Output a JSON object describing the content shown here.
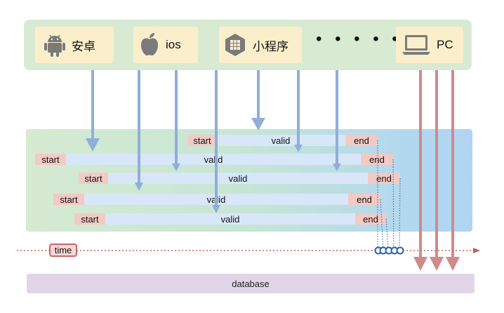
{
  "clients": [
    {
      "name": "android",
      "label": "安卓"
    },
    {
      "name": "ios",
      "label": "ios"
    },
    {
      "name": "mini-program",
      "label": "小程序"
    },
    {
      "name": "pc",
      "label": "PC"
    }
  ],
  "ellipsis": "• • • • • •",
  "sessions": [
    {
      "start": "start",
      "valid": "valid",
      "end": "end"
    },
    {
      "start": "start",
      "valid": "valid",
      "end": "end"
    },
    {
      "start": "start",
      "valid": "valid",
      "end": "end"
    },
    {
      "start": "start",
      "valid": "valid",
      "end": "end"
    },
    {
      "start": "start",
      "valid": "valid",
      "end": "end"
    }
  ],
  "timeline": {
    "label": "time"
  },
  "database": {
    "label": "database"
  },
  "colors": {
    "client_panel": "#d8ead2",
    "client_box": "#fbeecb",
    "blue_arrow": "#8fafd8",
    "red_arrow": "#d08a8a",
    "valid_bar": "#d8e7f8",
    "start_end": "#f3c9c4",
    "database": "#e2d5e8"
  }
}
